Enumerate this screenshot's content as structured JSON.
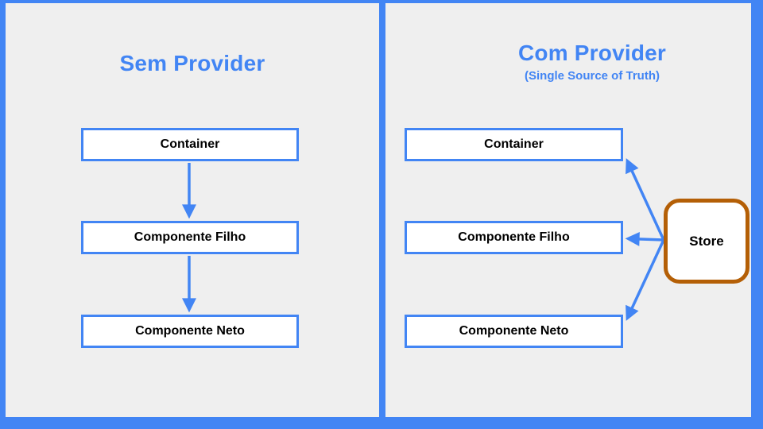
{
  "slide": {
    "left_panel": {
      "title": "Sem Provider",
      "boxes": [
        {
          "label": "Container"
        },
        {
          "label": "Componente Filho"
        },
        {
          "label": "Componente Neto"
        }
      ],
      "arrows": [
        "container-to-filho",
        "filho-to-neto"
      ]
    },
    "right_panel": {
      "title": "Com Provider",
      "subtitle": "(Single Source of Truth)",
      "boxes": [
        {
          "label": "Container"
        },
        {
          "label": "Componente Filho"
        },
        {
          "label": "Componente Neto"
        }
      ],
      "store": {
        "label": "Store"
      },
      "arrows": [
        "store-to-container",
        "store-to-filho",
        "store-to-neto"
      ]
    },
    "colors": {
      "background_blue": "#4285F4",
      "panel_gray": "#EFEFEF",
      "box_fill_white": "#FFFFFF",
      "accent_blue": "#4285F4",
      "store_border_orange": "#B45F06",
      "label_text_black": "#000000"
    }
  }
}
